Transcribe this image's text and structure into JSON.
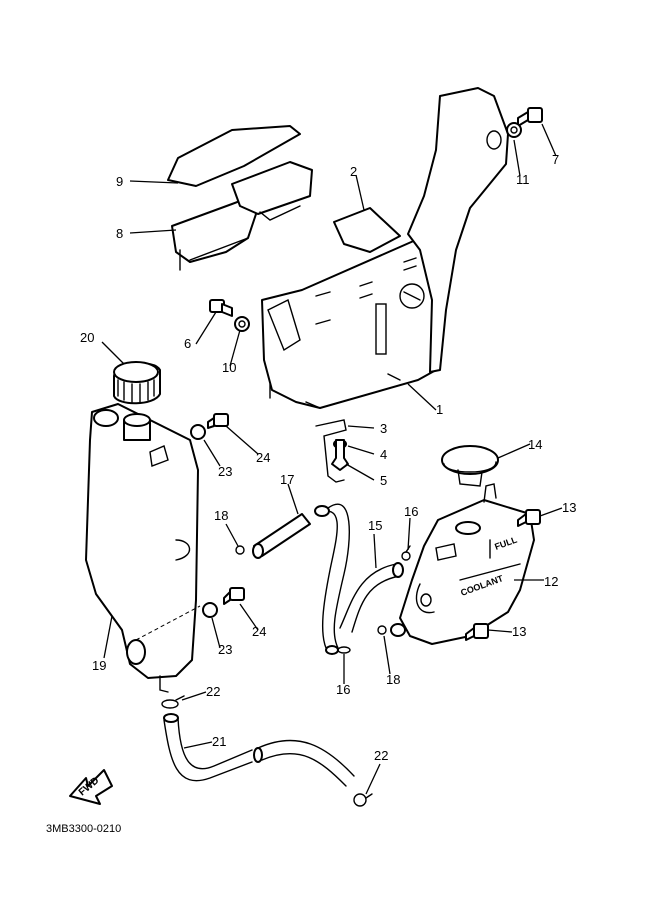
{
  "callouts": {
    "c1": "1",
    "c2": "2",
    "c3": "3",
    "c4": "4",
    "c5": "5",
    "c6": "6",
    "c7": "7",
    "c8": "8",
    "c9": "9",
    "c10": "10",
    "c11": "11",
    "c12": "12",
    "c13a": "13",
    "c13b": "13",
    "c14": "14",
    "c15": "15",
    "c16a": "16",
    "c16b": "16",
    "c17": "17",
    "c18a": "18",
    "c18b": "18",
    "c19": "19",
    "c20": "20",
    "c21": "21",
    "c22a": "22",
    "c22b": "22",
    "c23a": "23",
    "c23b": "23",
    "c24a": "24",
    "c24b": "24"
  },
  "markings": {
    "full": "FULL",
    "coolant": "COOLANT",
    "fwd": "FWD"
  },
  "reference_code": "3MB3300-0210"
}
